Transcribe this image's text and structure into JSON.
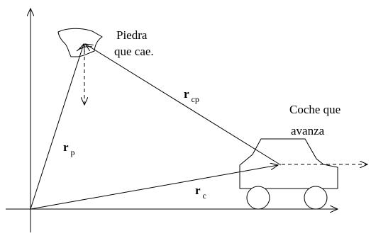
{
  "labels": {
    "stone_line1": "Piedra",
    "stone_line2": "que cae.",
    "car_line1": "Coche que",
    "car_line2": "avanza"
  },
  "vectors": {
    "rp": {
      "main": "r",
      "sub": "p"
    },
    "rc": {
      "main": "r",
      "sub": "c"
    },
    "rcp": {
      "main": "r",
      "sub": "cp"
    }
  },
  "colors": {
    "ink": "#000000",
    "background": "#ffffff"
  }
}
